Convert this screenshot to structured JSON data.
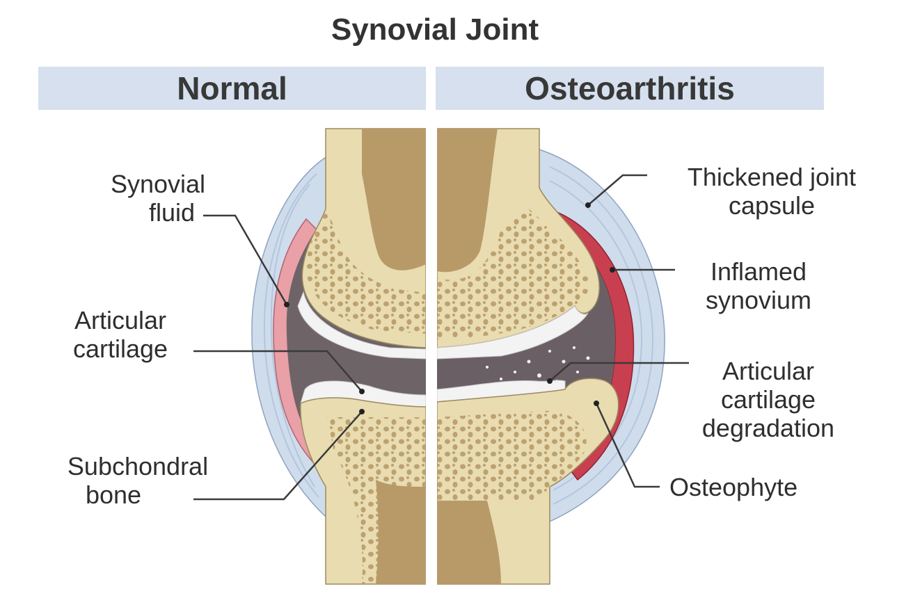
{
  "title": "Synovial Joint",
  "panels": {
    "normal": "Normal",
    "osteoarthritis": "Osteoarthritis"
  },
  "labels": {
    "synovial_fluid": [
      "Synovial",
      "fluid"
    ],
    "articular_cartilage": [
      "Articular",
      "cartilage"
    ],
    "subchondral_bone": [
      "Subchondral",
      "bone"
    ],
    "thickened_capsule": [
      "Thickened joint",
      "capsule"
    ],
    "inflamed_synovium": [
      "Inflamed",
      "synovium"
    ],
    "cartilage_degradation": [
      "Articular",
      "cartilage",
      "degradation"
    ],
    "osteophyte": [
      "Osteophyte"
    ]
  },
  "colors": {
    "bone": "#e8dcb0",
    "marrow": "#b89a68",
    "cartilage": "#f3f3f3",
    "fluid": "#6e6468",
    "synovium_normal": "#e9a0a6",
    "synovium_inflamed": "#c8404f",
    "capsule": "#cfdcec",
    "header": "#d6e0ee"
  }
}
